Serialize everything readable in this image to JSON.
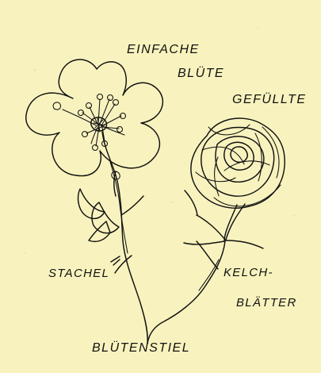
{
  "labels": {
    "simple_flower_line1": "EINFACHE",
    "simple_flower_line2": "BLÜTE",
    "double_flower": "GEFÜLLTE",
    "thorn": "STACHEL",
    "sepals_line1": "KELCH-",
    "sepals_line2": "BLÄTTER",
    "flower_stem": "BLÜTENSTIEL"
  },
  "colors": {
    "paper": "#f8f3be",
    "ink": "#111111"
  }
}
